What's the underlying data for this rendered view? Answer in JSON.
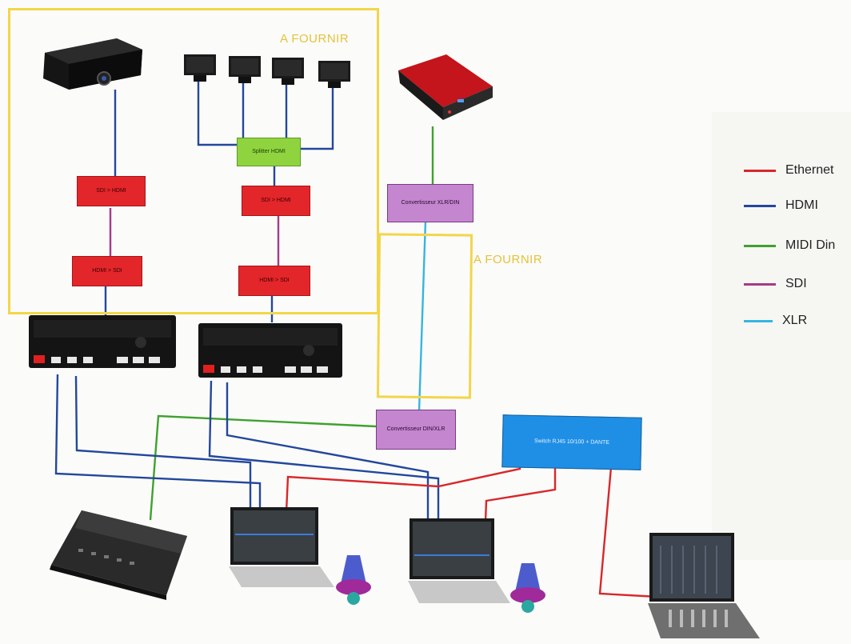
{
  "frames": {
    "main_label": "A FOURNIR",
    "xlr_label": "A FOURNIR"
  },
  "boxes": {
    "sdi_hdmi_1": "SDI > HDMI",
    "sdi_hdmi_2": "SDI > HDMI",
    "hdmi_sdi_1": "HDMI > SDI",
    "hdmi_sdi_2": "HDMI > SDI",
    "splitter": "Splitter HDMI",
    "conv_top": "Convertisseur XLR/DIN",
    "conv_bottom": "Convertisseur DIN/XLR",
    "switch": "Switch RJ45 10/100 + DANTE"
  },
  "legend": [
    {
      "label": "Ethernet",
      "color": "#d8272b"
    },
    {
      "label": "HDMI",
      "color": "#23479c"
    },
    {
      "label": "MIDI Din",
      "color": "#3fa12f"
    },
    {
      "label": "SDI",
      "color": "#a63a86"
    },
    {
      "label": "XLR",
      "color": "#36b5e0"
    }
  ],
  "colors": {
    "frame": "#f2d64a",
    "ethernet": "#d8272b",
    "hdmi": "#23479c",
    "midi": "#3fa12f",
    "sdi": "#a63a86",
    "xlr": "#36b5e0"
  },
  "icons": [
    "projector-icon",
    "monitor-icon",
    "midi-interface-icon",
    "video-recorder-icon",
    "lighting-console-icon",
    "laptop-icon",
    "audio-dongle-icon",
    "mixer-laptop-icon"
  ]
}
